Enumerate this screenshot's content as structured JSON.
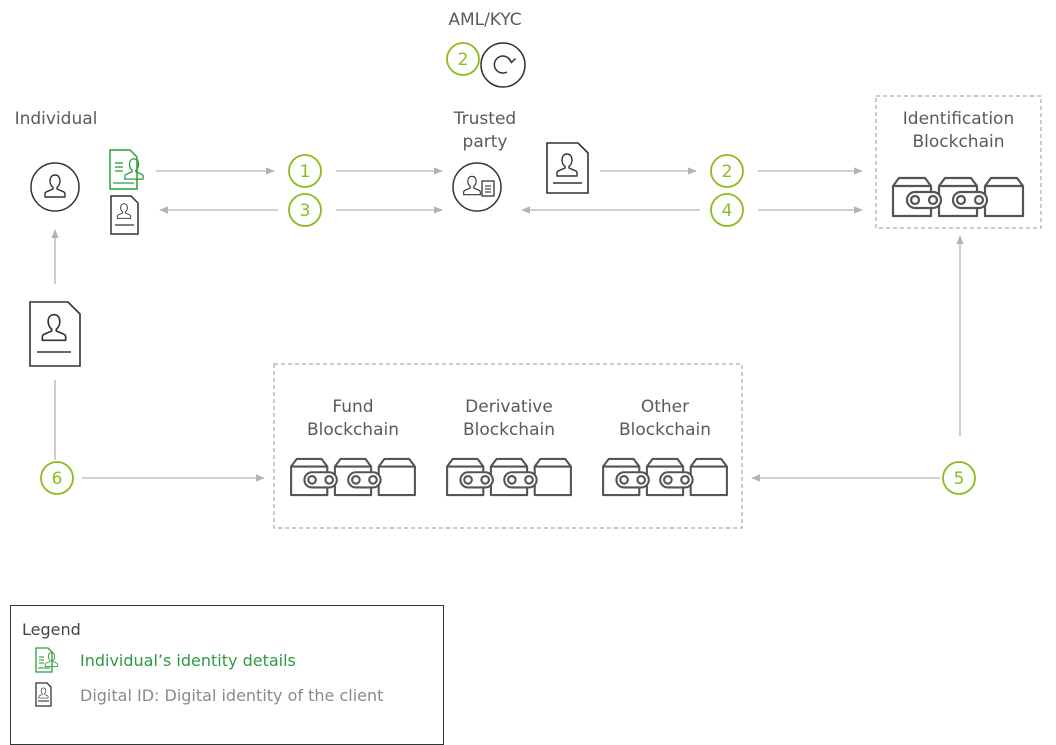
{
  "labels": {
    "aml_kyc": "AML/KYC",
    "individual": "Individual",
    "trusted_party_line1": "Trusted",
    "trusted_party_line2": "party",
    "identification_line1": "Identification",
    "identification_line2": "Blockchain",
    "fund_line1": "Fund",
    "fund_line2": "Blockchain",
    "derivative_line1": "Derivative",
    "derivative_line2": "Blockchain",
    "other_line1": "Other",
    "other_line2": "Blockchain"
  },
  "steps": {
    "aml": "2",
    "s1": "1",
    "s2": "2",
    "s3": "3",
    "s4": "4",
    "s5": "5",
    "s6": "6"
  },
  "legend": {
    "title": "Legend",
    "item1": "Individual’s identity details",
    "item2": "Digital ID: Digital identity of the client"
  },
  "colors": {
    "accent_green": "#8dbb1e",
    "identity_green": "#2e9a3e",
    "arrow_gray": "#b3b3b3",
    "dark": "#333333"
  }
}
